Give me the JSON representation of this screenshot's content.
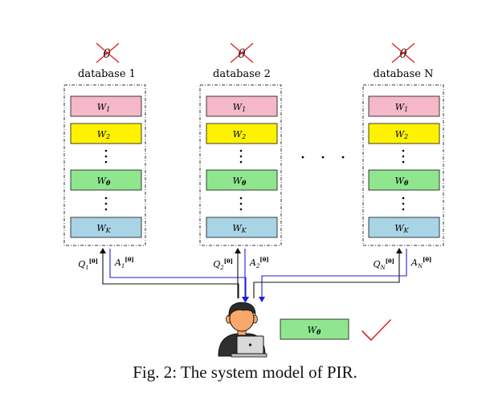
{
  "theta_symbol": "θ",
  "databases": [
    {
      "label": "database 1",
      "query": "Q",
      "query_sup": "[θ]",
      "query_sub": "1",
      "answer": "A",
      "answer_sup": "[θ]",
      "answer_sub": "1"
    },
    {
      "label": "database 2",
      "query": "Q",
      "query_sup": "[θ]",
      "query_sub": "2",
      "answer": "A",
      "answer_sup": "[θ]",
      "answer_sub": "2"
    },
    {
      "label": "database N",
      "query": "Q",
      "query_sup": "[θ]",
      "query_sub": "N",
      "answer": "A",
      "answer_sup": "[θ]",
      "answer_sub": "N"
    }
  ],
  "messages": [
    {
      "main": "W",
      "sub": "1",
      "color": "#f4b8c8"
    },
    {
      "main": "W",
      "sub": "2",
      "color": "#fff200"
    },
    {
      "main": "W",
      "sub": "θ",
      "color": "#8fe68f"
    },
    {
      "main": "W",
      "sub": "K",
      "color": "#a8d4e6"
    }
  ],
  "retrieved": {
    "main": "W",
    "sub": "θ",
    "color": "#8fe68f"
  },
  "colors": {
    "cross": "#e02424",
    "check": "#e02424",
    "arrow": "#1f1fd6",
    "line": "#111111",
    "skin": "#f7a86a",
    "hair": "#2b2b2b",
    "shirt": "#2f2f2f",
    "laptop": "#d9d9d9"
  },
  "caption": "Fig. 2: The system model of PIR."
}
